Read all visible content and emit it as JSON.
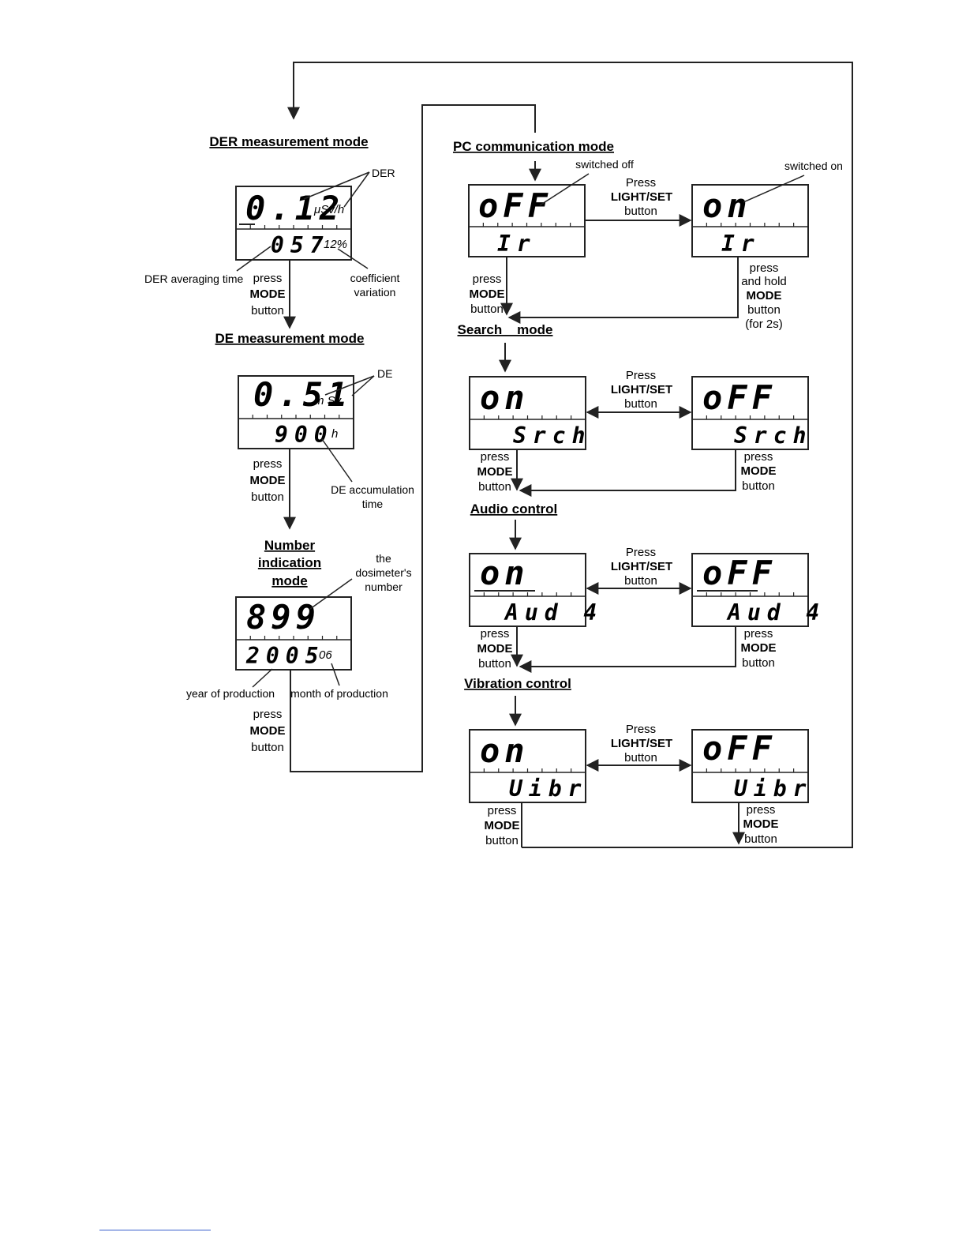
{
  "titles": {
    "der": "DER measurement mode",
    "de": "DE measurement mode",
    "number_l1": "Number",
    "number_l2": "indication",
    "number_l3": "mode",
    "pc": "PC communication mode",
    "search": "Search    mode",
    "audio": "Audio control",
    "vibration": "Vibration control"
  },
  "displays": {
    "der": {
      "main": "0.12",
      "unit": "μSv/h",
      "sub": "057",
      "sub_pct": "12%"
    },
    "de": {
      "main": "0.51",
      "unit": "m Sv",
      "sub": "900",
      "sub_unit": "h"
    },
    "number": {
      "main": "899",
      "sub": "2005",
      "sub_month": "06"
    },
    "pc_off": {
      "main": "oFF",
      "sub": "Ir"
    },
    "pc_on": {
      "main": "on",
      "sub": "Ir"
    },
    "search_on": {
      "main": "on",
      "sub": "Srch"
    },
    "search_off": {
      "main": "oFF",
      "sub": "Srch"
    },
    "audio_on": {
      "main": "on",
      "sub": "Aud 4"
    },
    "audio_off": {
      "main": "oFF",
      "sub": "Aud 4"
    },
    "vibr_on": {
      "main": "on",
      "sub": "Uibr"
    },
    "vibr_off": {
      "main": "oFF",
      "sub": "Uibr"
    }
  },
  "annotations": {
    "der": "DER",
    "der_avg_time": "DER averaging time",
    "coef_1": "coefficient",
    "coef_2": "variation",
    "de": "DE",
    "de_acc_1": "DE accumulation",
    "de_acc_2": "time",
    "dos_1": "the",
    "dos_2": "dosimeter's",
    "dos_3": "number",
    "year": "year of production",
    "month": "month of production",
    "switched_off": "switched off",
    "switched_on": "switched on"
  },
  "actions": {
    "press": "press",
    "press_cap": "Press",
    "mode": "MODE",
    "button": "button",
    "light_set": "LIGHT/SET",
    "and_hold": "and hold",
    "for_2s": "(for 2s)"
  }
}
